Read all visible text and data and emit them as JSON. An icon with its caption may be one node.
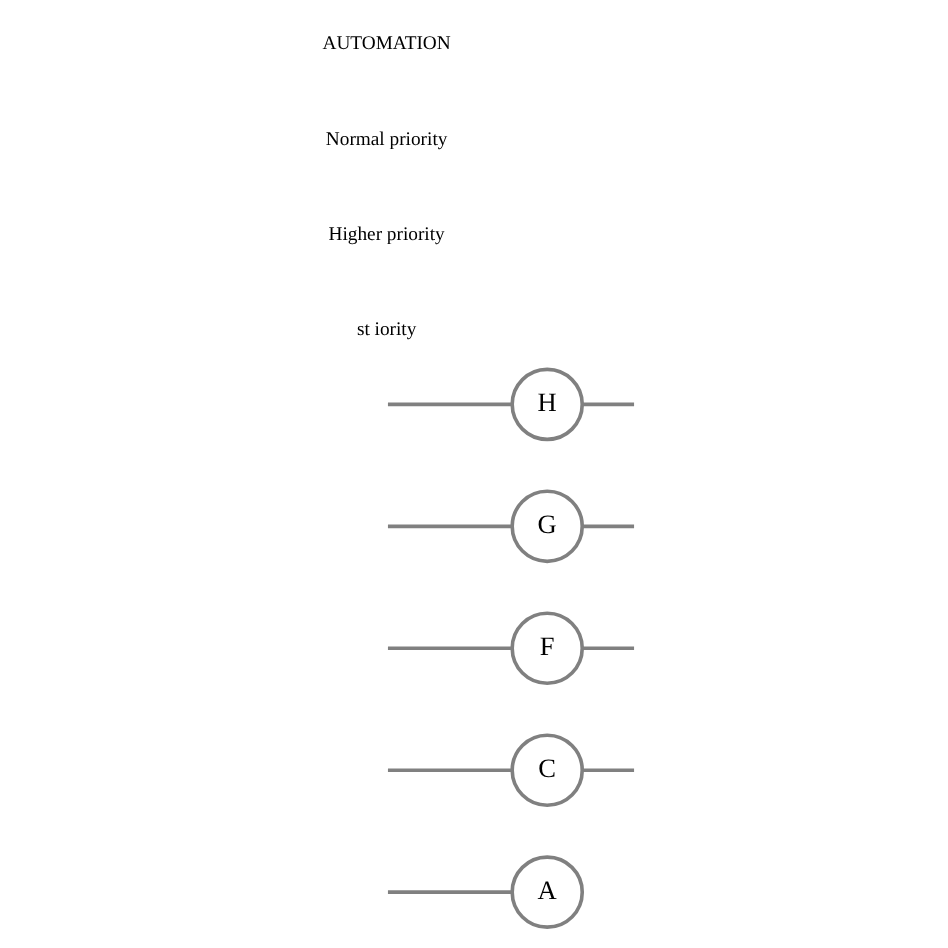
{
  "diagram": {
    "nodes": [
      {
        "text": [
          "A"
        ]
      },
      {
        "text": [
          "C"
        ]
      },
      {
        "text": [
          "F"
        ]
      },
      {
        "text": [
          "G"
        ]
      },
      {
        "text": [
          "H"
        ]
      }
    ],
    "edges": [
      {
        "from": null,
        "to": 0,
        "arrow": "none"
      },
      {
        "from": 1,
        "to": null,
        "arrow": "none"
      },
      {
        "from": null,
        "to": 1,
        "arrow": "none"
      },
      {
        "from": 2,
        "to": null,
        "arrow": "none"
      },
      {
        "from": null,
        "to": 2,
        "arrow": "none"
      },
      {
        "from": 3,
        "to": null,
        "arrow": "none"
      },
      {
        "from": null,
        "to": 3,
        "arrow": "none"
      },
      {
        "from": 4,
        "to": null,
        "arrow": "none"
      },
      {
        "from": null,
        "to": 4,
        "arrow": "none"
      }
    ],
    "labels": [
      "st iority",
      "Higher priority",
      "Normal priority",
      "AUTOMATION"
    ]
  }
}
